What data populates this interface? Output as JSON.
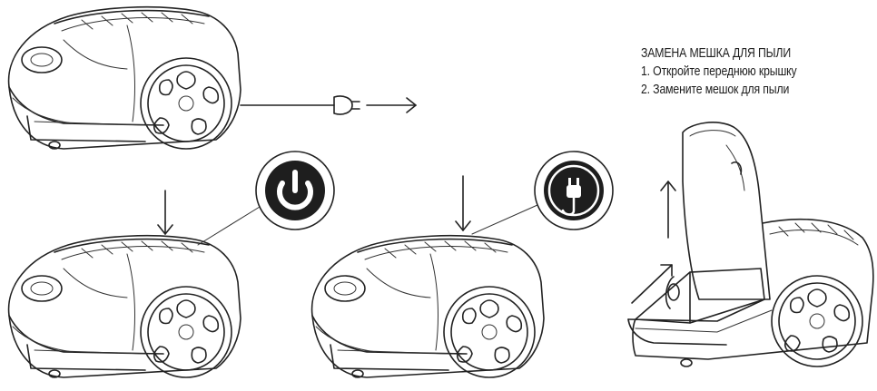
{
  "instructions": {
    "title": "ЗАМЕНА МЕШКА ДЛЯ ПЫЛИ",
    "step1": "1. Откройте переднюю крышку",
    "step2": "2. Замените мешок для пыли"
  },
  "icons": {
    "power": "power-icon",
    "plug": "plug-icon",
    "cord_plug": "power-plug-icon"
  },
  "colors": {
    "ink": "#1e1e1e",
    "background": "#ffffff"
  }
}
